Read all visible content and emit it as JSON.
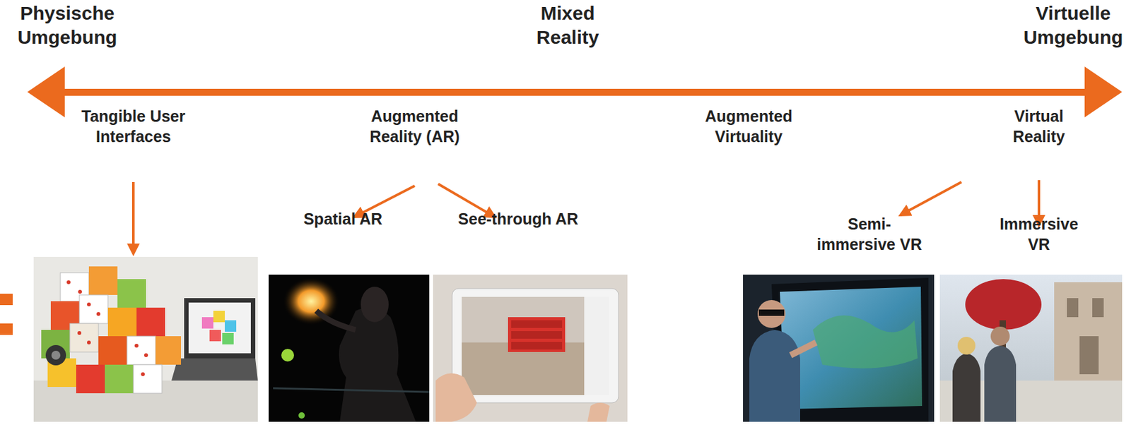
{
  "diagram": {
    "labels": [
      "Physische Umgebung",
      "Mixed Reality",
      "Virtuelle Umgebung",
      "Tangible User Interfaces",
      "Augmented Reality (AR)",
      "Augmented Virtuality",
      "Virtual Reality",
      "Spatial AR",
      "See-through AR",
      "Semi- immersive VR",
      "Immersive VR"
    ]
  }
}
